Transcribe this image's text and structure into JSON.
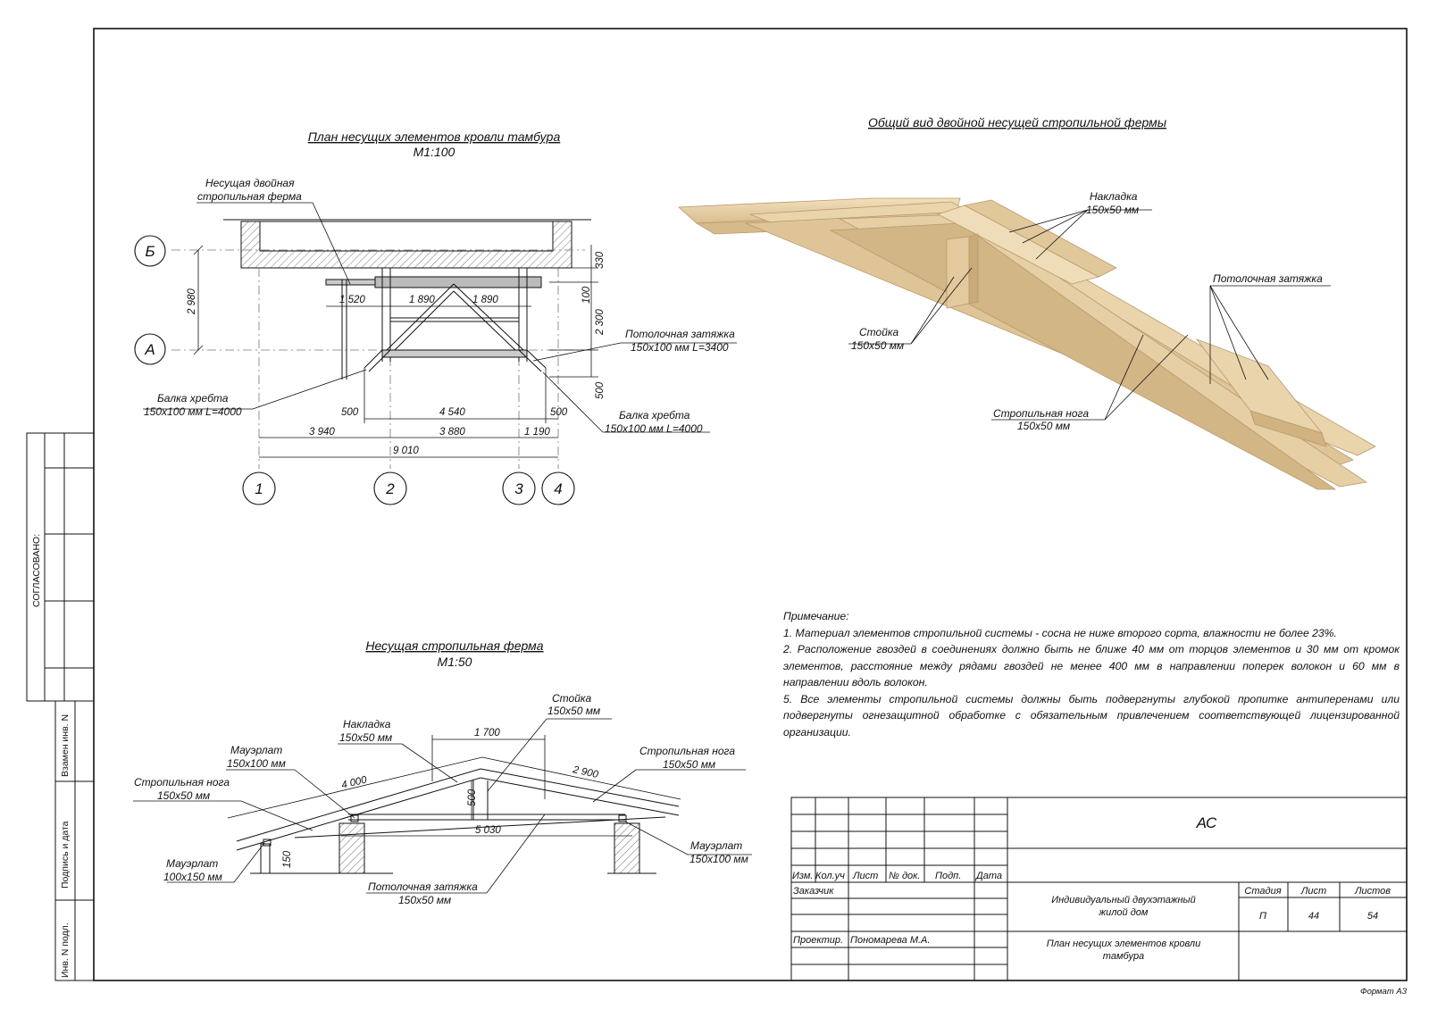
{
  "plan": {
    "title": "План несущих элементов кровли тамбура",
    "scale": "М1:100",
    "labels": {
      "truss_1": "Несущая двойная",
      "truss_2": "стропильная ферма",
      "tie_1": "Потолочная затяжка",
      "tie_2": "150х100 мм L=3400",
      "ridge_l1": "Балка хребта",
      "ridge_l2": "150х100 мм L=4000",
      "ridge_r1": "Балка хребта",
      "ridge_r2": "150х100 мм L=4000"
    },
    "axes_letters": [
      "Б",
      "А"
    ],
    "axes_numbers": [
      "1",
      "2",
      "3",
      "4"
    ],
    "dims": {
      "left_2980": "2 980",
      "r_330": "330",
      "r_100": "100",
      "r_2300": "2 300",
      "r_500": "500",
      "d_1520": "1 520",
      "d_1890a": "1 890",
      "d_1890b": "1 890",
      "b_500l": "500",
      "b_4540": "4 540",
      "b_500r": "500",
      "c_3940": "3 940",
      "c_3880": "3 880",
      "c_1190": "1 190",
      "t_9010": "9 010"
    }
  },
  "view3d": {
    "title": "Общий вид двойной несущей стропильной фермы",
    "labels": {
      "nakl_1": "Накладка",
      "nakl_2": "150х50 мм",
      "tie_1": "Потолочная затяжка",
      "stoyka_1": "Стойка",
      "stoyka_2": "150х50 мм",
      "leg_1": "Стропильная нога",
      "leg_2": "150х50 мм"
    }
  },
  "truss": {
    "title": "Несущая стропильная ферма",
    "scale": "М1:50",
    "labels": {
      "stoyka_1": "Стойка",
      "stoyka_2": "150х50 мм",
      "nakl_1": "Накладка",
      "nakl_2": "150х50 мм",
      "mauer_l1": "Мауэрлат",
      "mauer_l2": "150х100 мм",
      "leg_l1": "Стропильная нога",
      "leg_l2": "150х50 мм",
      "leg_r1": "Стропильная нога",
      "leg_r2": "150х50 мм",
      "mauer_b1": "Мауэрлат",
      "mauer_b2": "100х150 мм",
      "mauer_r1": "Мауэрлат",
      "mauer_r2": "150х100 мм",
      "tie_1": "Потолочная затяжка",
      "tie_2": "150х50 мм"
    },
    "dims": {
      "d_1700": "1 700",
      "d_4000": "4 000",
      "d_2900": "2 900",
      "d_500": "500",
      "d_5030": "5 030",
      "d_150": "150"
    }
  },
  "notes": {
    "heading": "Примечание:",
    "items": [
      "1. Материал элементов стропильной системы - сосна не ниже второго сорта, влажности не более 23%.",
      "2. Расположение гвоздей в соединениях должно быть не ближе 40 мм от торцов элементов и 30 мм от кромок элементов, расстояние между рядами гвоздей не менее 400 мм в направлении поперек волокон и 60 мм в направлении вдоль волокон.",
      "5. Все элементы стропильной системы должны быть подвергнуты глубокой пропитке антиперенами или подвергнуты огнезащитной обработке с обязательным привлечением соответствующей лицензированной организации."
    ]
  },
  "side": {
    "agreed": "СОГЛАСОВАНО:",
    "vzamen": "Взамен инв. N",
    "podpis": "Подпись и дата",
    "inv": "Инв. N подл."
  },
  "stamp": {
    "code": "АС",
    "headers": [
      "Изм.",
      "Кол.уч",
      "Лист",
      "№ док.",
      "Подп.",
      "Дата"
    ],
    "customer": "Заказчик",
    "designer_role": "Проектир.",
    "designer_name": "Пономарева М.А.",
    "project_1": "Индивидуальный двухэтажный",
    "project_2": "жилой дом",
    "sheet_title_1": "План несущих элементов кровли",
    "sheet_title_2": "тамбура",
    "stage_h": "Стадия",
    "sheet_h": "Лист",
    "sheets_h": "Листов",
    "stage": "П",
    "sheet": "44",
    "sheets": "54"
  },
  "format": "Формат А3",
  "colors": {
    "wood": "#e8d2a8",
    "wood_edge": "#c2a274",
    "wood_dark": "#d4b886",
    "line": "#111111"
  }
}
